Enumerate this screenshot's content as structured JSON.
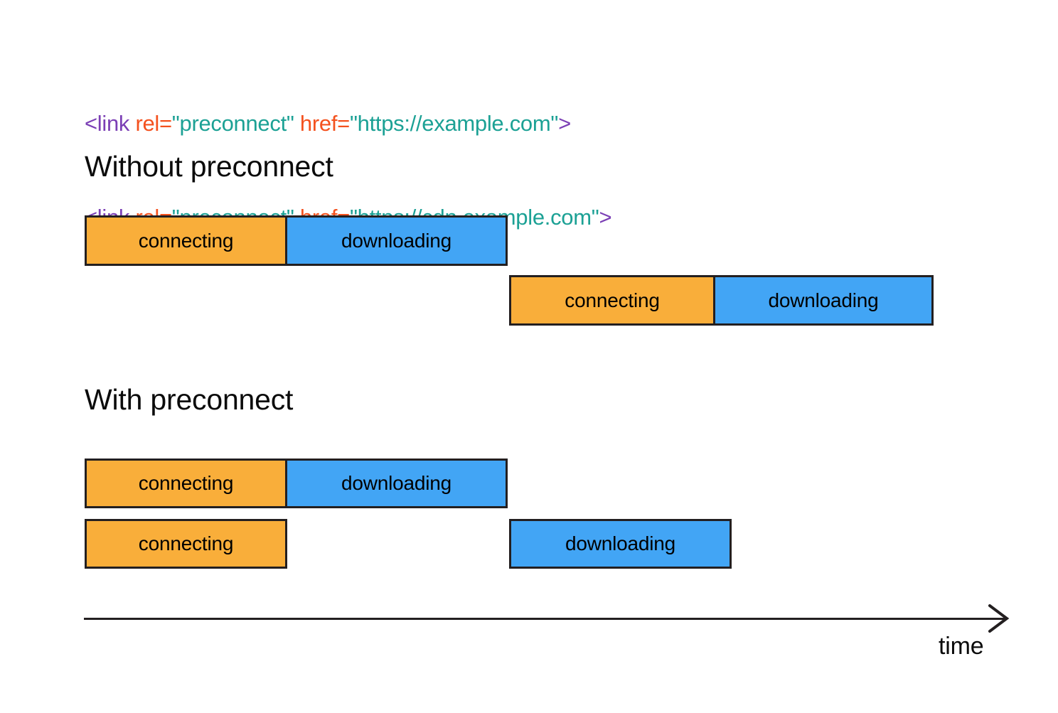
{
  "code_snippet": {
    "lines": [
      {
        "tag_open": "<link ",
        "attr1": "rel=",
        "value1": "\"preconnect\"",
        "space1": " ",
        "attr2": "href=",
        "value2": "\"https://example.com\"",
        "tag_close": ">"
      },
      {
        "tag_open": "<link ",
        "attr1": "rel=",
        "value1": "\"preconnect\"",
        "space1": " ",
        "attr2": "href=",
        "value2": "\"https://cdn.example.com\"",
        "tag_close": ">"
      }
    ],
    "colors": {
      "tag": "#7B3FB5",
      "attribute": "#F4511E",
      "value": "#1CA195"
    }
  },
  "sections": [
    {
      "id": "without",
      "heading": "Without preconnect",
      "rows": [
        {
          "segments": [
            {
              "label": "connecting",
              "type": "connecting"
            },
            {
              "label": "downloading",
              "type": "downloading"
            }
          ]
        },
        {
          "segments": [
            {
              "label": "connecting",
              "type": "connecting"
            },
            {
              "label": "downloading",
              "type": "downloading"
            }
          ]
        }
      ]
    },
    {
      "id": "with",
      "heading": "With preconnect",
      "rows": [
        {
          "segments": [
            {
              "label": "connecting",
              "type": "connecting"
            },
            {
              "label": "downloading",
              "type": "downloading"
            }
          ]
        },
        {
          "segments": [
            {
              "label": "connecting",
              "type": "connecting"
            },
            {
              "label": "downloading",
              "type": "downloading"
            }
          ]
        }
      ]
    }
  ],
  "bars": {
    "without_row1_connecting": {
      "label": "connecting"
    },
    "without_row1_downloading": {
      "label": "downloading"
    },
    "without_row2_connecting": {
      "label": "connecting"
    },
    "without_row2_downloading": {
      "label": "downloading"
    },
    "with_row1_connecting": {
      "label": "connecting"
    },
    "with_row1_downloading": {
      "label": "downloading"
    },
    "with_row2_connecting": {
      "label": "connecting"
    },
    "with_row2_downloading": {
      "label": "downloading"
    }
  },
  "axis": {
    "label": "time"
  },
  "palette": {
    "connecting": "#F9AE3A",
    "downloading": "#42A5F5",
    "outline": "#231f20",
    "background": "#ffffff"
  }
}
